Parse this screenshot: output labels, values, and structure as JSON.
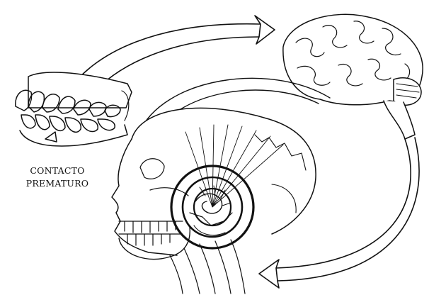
{
  "caption": {
    "line1": "CONTACTO",
    "line2": "PREMATURO"
  },
  "colors": {
    "ink": "#111111",
    "paper": "#ffffff"
  },
  "icons": {
    "teeth": "teeth-illustration",
    "brain": "brain-illustration",
    "skull": "skull-illustration",
    "arrow": "curved-arrow"
  }
}
